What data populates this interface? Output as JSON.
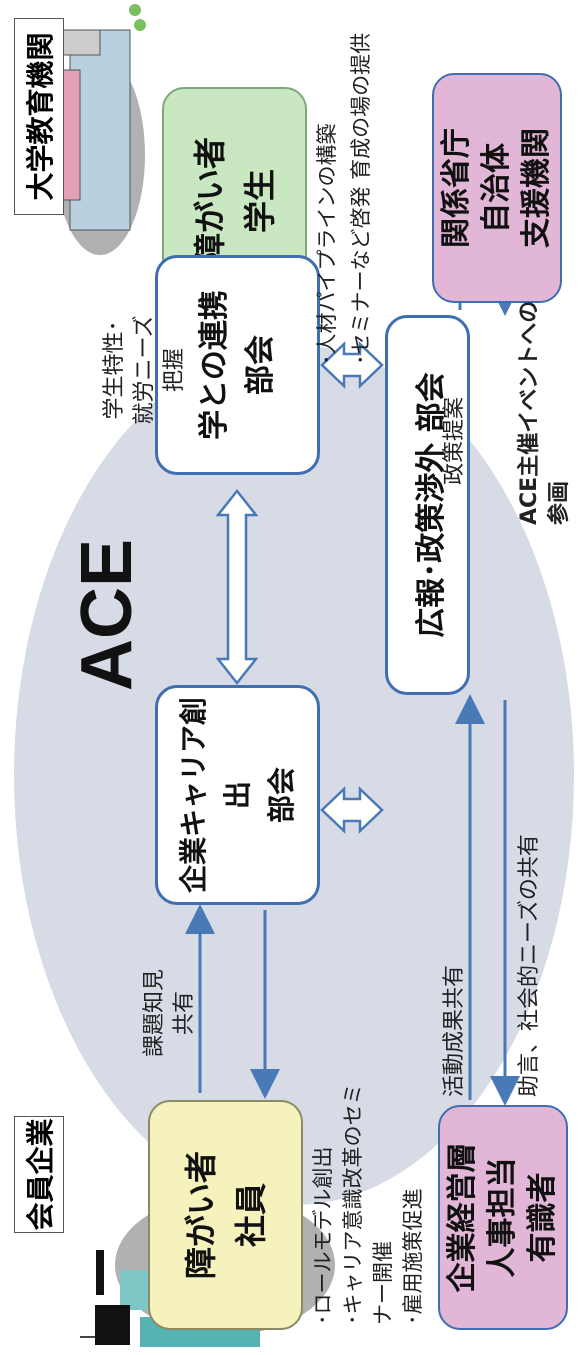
{
  "title": "ACE",
  "tags": {
    "corporate": "会員企業",
    "university": "大学教育機関"
  },
  "boxes": {
    "employee": "障がい者\n社員",
    "student": "障がい者\n学生",
    "corp_career": "企業キャリア創出\n部会",
    "univ_link": "学との連携\n部会",
    "pr_policy": "広報･政策渉外 部会",
    "executives": "企業経営層\n人事担当\n有識者",
    "government": "関係省庁\n自治体\n支援機関"
  },
  "labels": {
    "kadai": "課題知見\n共有",
    "gakusei": "学生特性･\n就労ニーズ\n把握",
    "corp_list": "･ロールモデル創出\n･キャリア意識改革のセミ\nナー開催\n･雇用施策促進",
    "univ_list": "･人材パイプラインの構築\n･セミナーなど啓発 育成の場の提供",
    "katsudo": "活動成果共有",
    "jogen": "助言、社会的ニーズの共有",
    "seisaku": "政策提案",
    "event": "ACE主催イベントへの参画"
  },
  "colors": {
    "arrow": "#4a79b8",
    "ellipse": "#d6dbe6",
    "box_border": "#3f6fb0"
  },
  "icons": [
    "office-building-icon",
    "university-building-icon"
  ]
}
